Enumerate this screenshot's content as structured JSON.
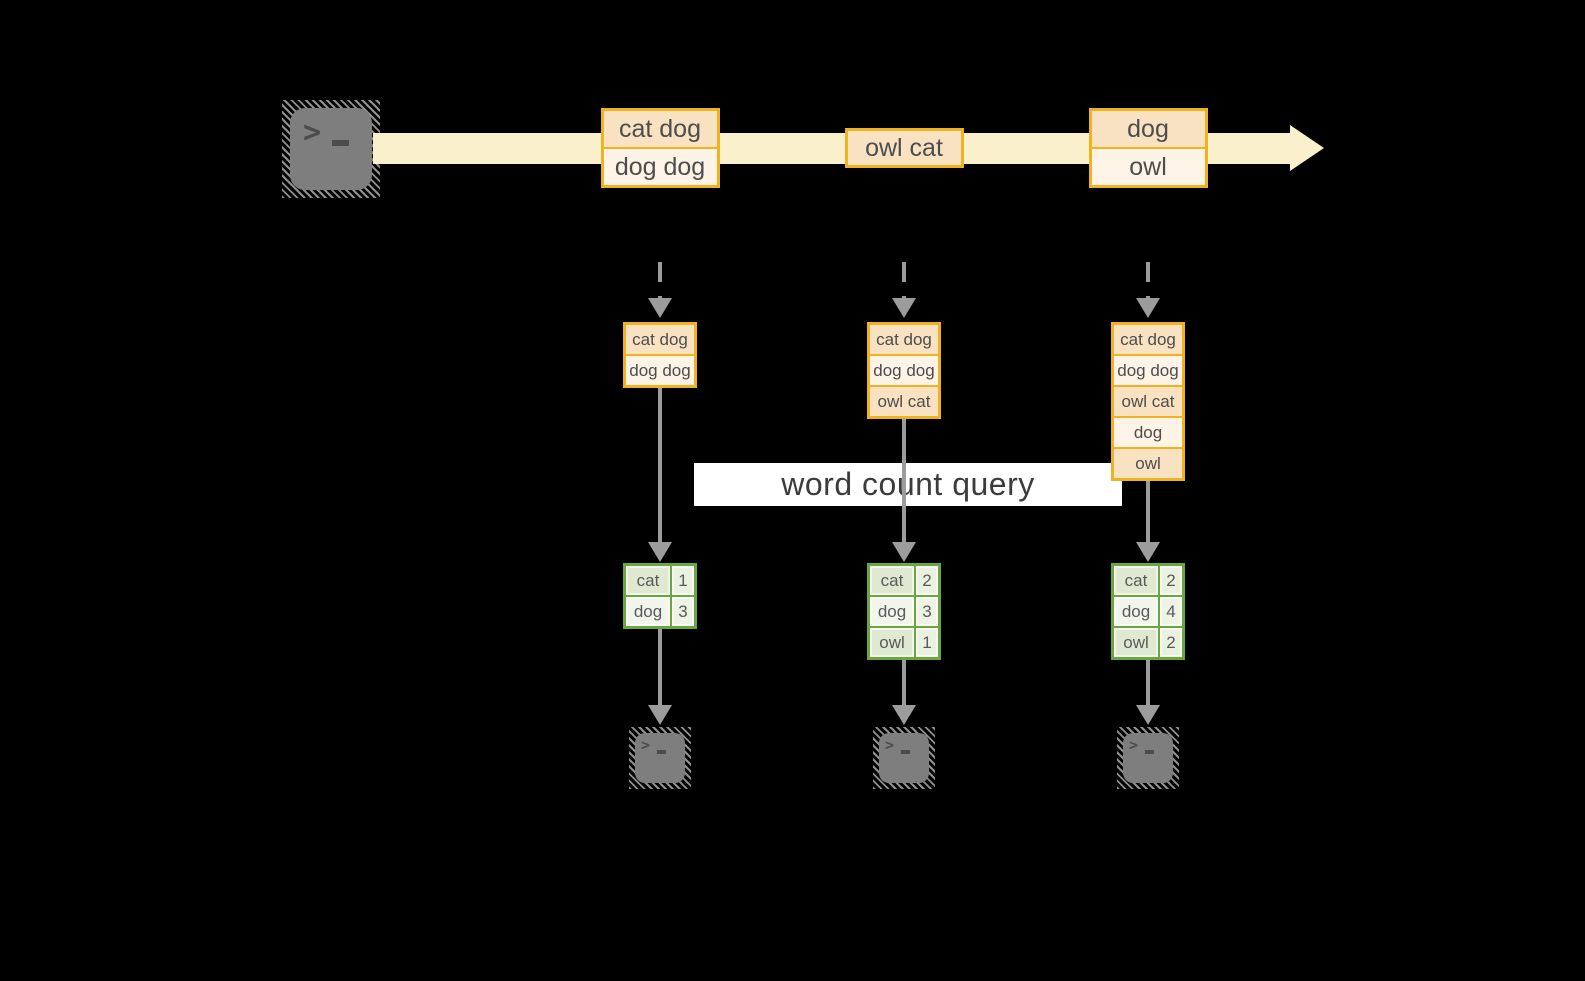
{
  "background": "#000000",
  "colors": {
    "stream_band": "#faf0cb",
    "box_border": "#f0b31e",
    "cell_dark": "#f8e2c2",
    "cell_light": "#fdf3e6",
    "arrow_gray": "#9c9c9c",
    "table_border": "#6ca63f",
    "table_cell_dark": "#dfe9d2",
    "table_cell_light": "#f1f5ec",
    "table_num_dark": "#eaf1e0",
    "table_num_light": "#eef3e6",
    "terminal_gray": "#7e7e7e",
    "hatch_gray": "#909090",
    "text_dark": "#4d4d4d",
    "query_text": "#3c3c3c"
  },
  "icons": {
    "terminal_prompt": ">"
  },
  "query": {
    "label": "word count query"
  },
  "stream": {
    "batches": [
      {
        "records": [
          "cat dog",
          "dog dog"
        ]
      },
      {
        "records": [
          "owl cat"
        ]
      },
      {
        "records": [
          "dog",
          "owl"
        ]
      }
    ]
  },
  "columns": [
    {
      "buffer": [
        "cat dog",
        "dog dog"
      ],
      "counts": [
        {
          "word": "cat",
          "count": "1"
        },
        {
          "word": "dog",
          "count": "3"
        }
      ]
    },
    {
      "buffer": [
        "cat dog",
        "dog dog",
        "owl cat"
      ],
      "counts": [
        {
          "word": "cat",
          "count": "2"
        },
        {
          "word": "dog",
          "count": "3"
        },
        {
          "word": "owl",
          "count": "1"
        }
      ]
    },
    {
      "buffer": [
        "cat dog",
        "dog dog",
        "owl cat",
        "dog",
        "owl"
      ],
      "counts": [
        {
          "word": "cat",
          "count": "2"
        },
        {
          "word": "dog",
          "count": "4"
        },
        {
          "word": "owl",
          "count": "2"
        }
      ]
    }
  ]
}
